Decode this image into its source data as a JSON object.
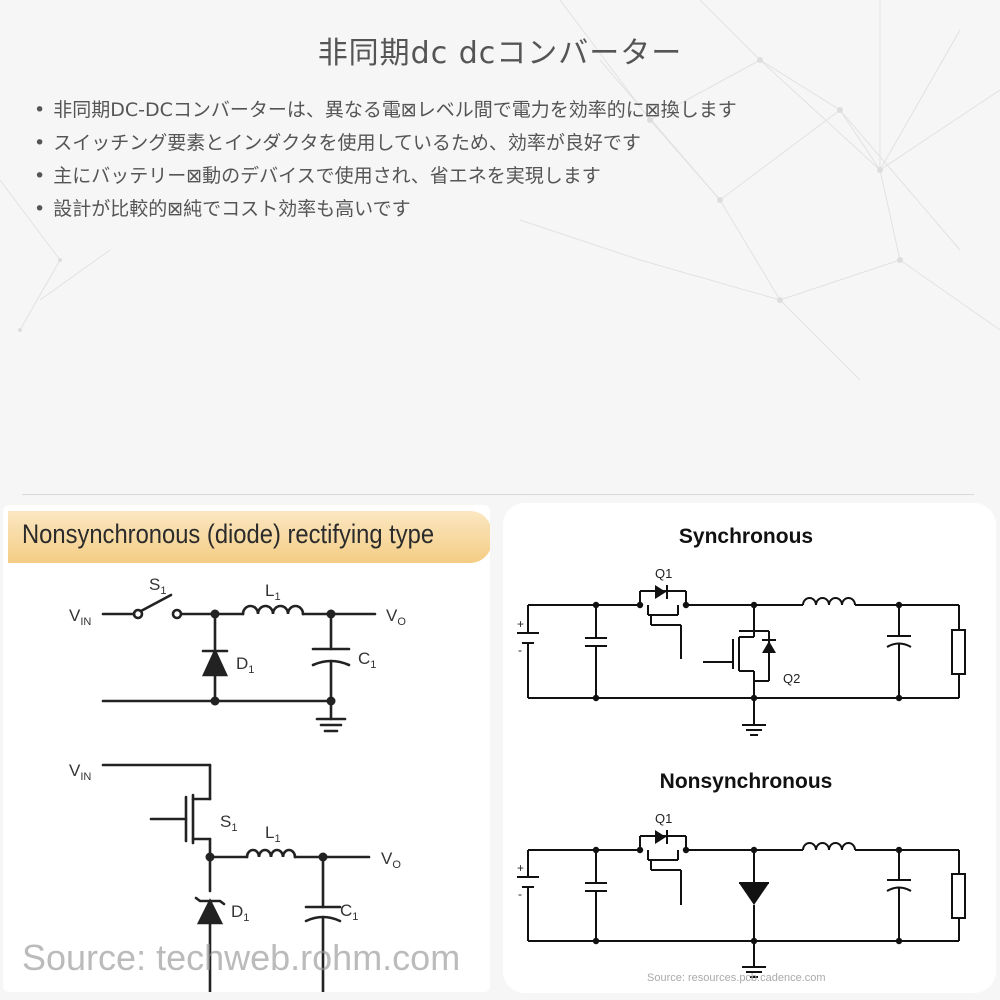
{
  "title": "非同期dc dcコンバーター",
  "bullets": [
    "非同期DC-DCコンバーターは、異なる電⊠レベル間で電力を効率的に⊠換します",
    "スイッチング要素とインダクタを使用しているため、効率が良好です",
    "主にバッテリー⊠動のデバイスで使用され、省エネを実現します",
    "設計が比較的⊠純でコスト効率も高いです"
  ],
  "left_figure": {
    "banner": "Nonsynchronous (diode) rectifying type",
    "top_circuit": {
      "vin": "V",
      "vin_sub": "IN",
      "s": "S",
      "s_sub": "1",
      "l": "L",
      "l_sub": "1",
      "d": "D",
      "d_sub": "1",
      "c": "C",
      "c_sub": "1",
      "vo": "V",
      "vo_sub": "O"
    },
    "bottom_circuit": {
      "vin": "V",
      "vin_sub": "IN",
      "s": "S",
      "s_sub": "1",
      "l": "L",
      "l_sub": "1",
      "d": "D",
      "d_sub": "1",
      "c": "C",
      "c_sub": "1",
      "vo": "V",
      "vo_sub": "O"
    },
    "source": "Source: techweb.rohm.com"
  },
  "right_figure": {
    "sync_title": "Synchronous",
    "sync_q1": "Q1",
    "sync_q2": "Q2",
    "nonsync_title": "Nonsynchronous",
    "nonsync_q1": "Q1",
    "plus": "+",
    "minus": "-",
    "source": "Source: resources.pcb.cadence.com"
  },
  "colors": {
    "accent_banner": "#f4cd84",
    "text": "#555555",
    "wire": "#111111"
  }
}
